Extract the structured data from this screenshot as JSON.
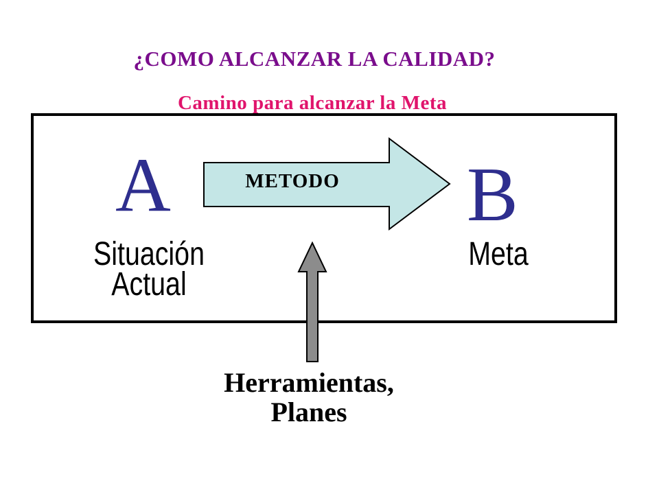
{
  "title": "¿COMO ALCANZAR LA CALIDAD?",
  "subtitle": "Camino para alcanzar la Meta",
  "start": {
    "letter": "A",
    "label": "Situación Actual"
  },
  "end": {
    "letter": "B",
    "label": "Meta"
  },
  "method_label": "METODO",
  "tools_label": "Herramientas, Planes",
  "colors": {
    "title": "#7a0d8c",
    "subtitle": "#e0146c",
    "letters": "#2e2e8e",
    "method_arrow_fill": "#c4e6e6",
    "tools_arrow_fill": "#8c8c8c",
    "text": "#000000"
  }
}
